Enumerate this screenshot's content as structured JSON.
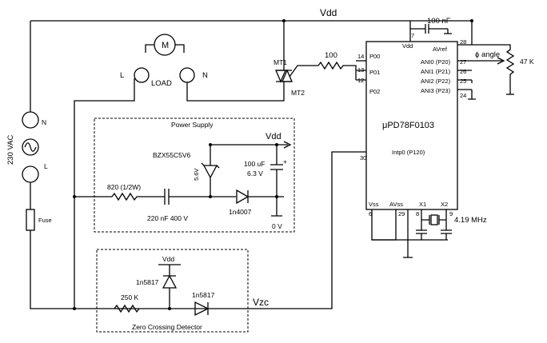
{
  "labels": {
    "vdd_top": "Vdd",
    "ac_source": "230 VAC",
    "n_source": "N",
    "l_source": "L",
    "fuse": "Fuse",
    "motor": "M",
    "load_l": "L",
    "load": "LOAD",
    "load_n": "N",
    "mt1": "MT1",
    "mt2": "MT2",
    "r_gate": "100",
    "cap_decouple": "100 nF",
    "mcu_part": "μPD78F0103",
    "pin_vdd": "Vdd",
    "pin_avref": "AVref",
    "pin_p00": "P00",
    "pin_p01": "P01",
    "pin_p02": "P02",
    "pin_ani0": "ANI0 (P20)",
    "pin_ani1": "ANI1 (P21)",
    "pin_ani2": "ANI2 (P22)",
    "pin_ani3": "ANI3 (P23)",
    "pin_intp0": "Intp0 (P120)",
    "pin_vss": "Vss",
    "pin_avss": "AVss",
    "pin_x1": "X1",
    "pin_x2": "X2",
    "pn_7": "7",
    "pn_28": "28",
    "pn_14": "14",
    "pn_13": "13",
    "pn_12": "12",
    "pn_27": "27",
    "pn_26": "26",
    "pn_25": "25",
    "pn_24": "24",
    "pn_30": "30",
    "pn_6": "6",
    "pn_29": "29",
    "pn_8": "8",
    "pn_9": "9",
    "angle": "ϕ angle",
    "pot": "47 K",
    "crystal": "4.19 MHz",
    "ps_title": "Power Supply",
    "ps_vdd": "Vdd",
    "zener": "BZX55C5V6",
    "zener_v": "5.6V",
    "cap_big_1": "100 uF",
    "cap_big_2": "6.3 V",
    "r_drop": "820 (1/2W)",
    "cap_x": "220 nF 400 V",
    "diode_ps": "1n4007",
    "zero_v": "0 V",
    "zc_vdd": "Vdd",
    "d_zc1": "1n5817",
    "r_zc": "250 K",
    "d_zc2": "1n5817",
    "vzc": "Vzc",
    "zc_title": "Zero Crossing Detector"
  }
}
